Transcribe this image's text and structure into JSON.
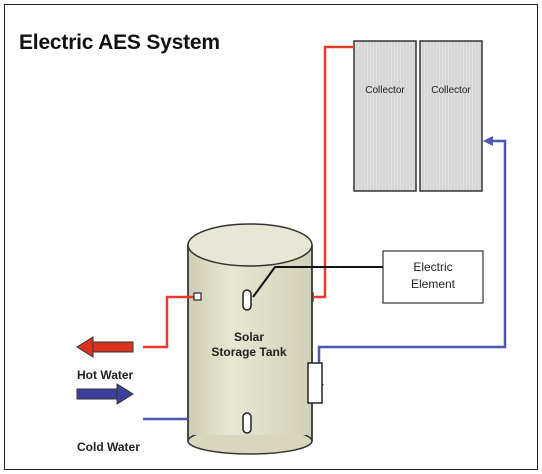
{
  "title": "Electric AES System",
  "labels": {
    "collector_1": "Collector",
    "collector_2": "Collector",
    "electric_element_line1": "Electric",
    "electric_element_line2": "Element",
    "tank_line1": "Solar",
    "tank_line2": "Storage Tank",
    "hot_water": "Hot Water",
    "cold_water": "Cold Water"
  },
  "colors": {
    "hot_pipe": "#e8392b",
    "cold_pipe": "#5055b0",
    "tank_fill": "#e4e3cf",
    "collector_fill": "#e0e0e0",
    "hot_arrow": "#d8331f",
    "cold_arrow": "#3c3f9c"
  }
}
